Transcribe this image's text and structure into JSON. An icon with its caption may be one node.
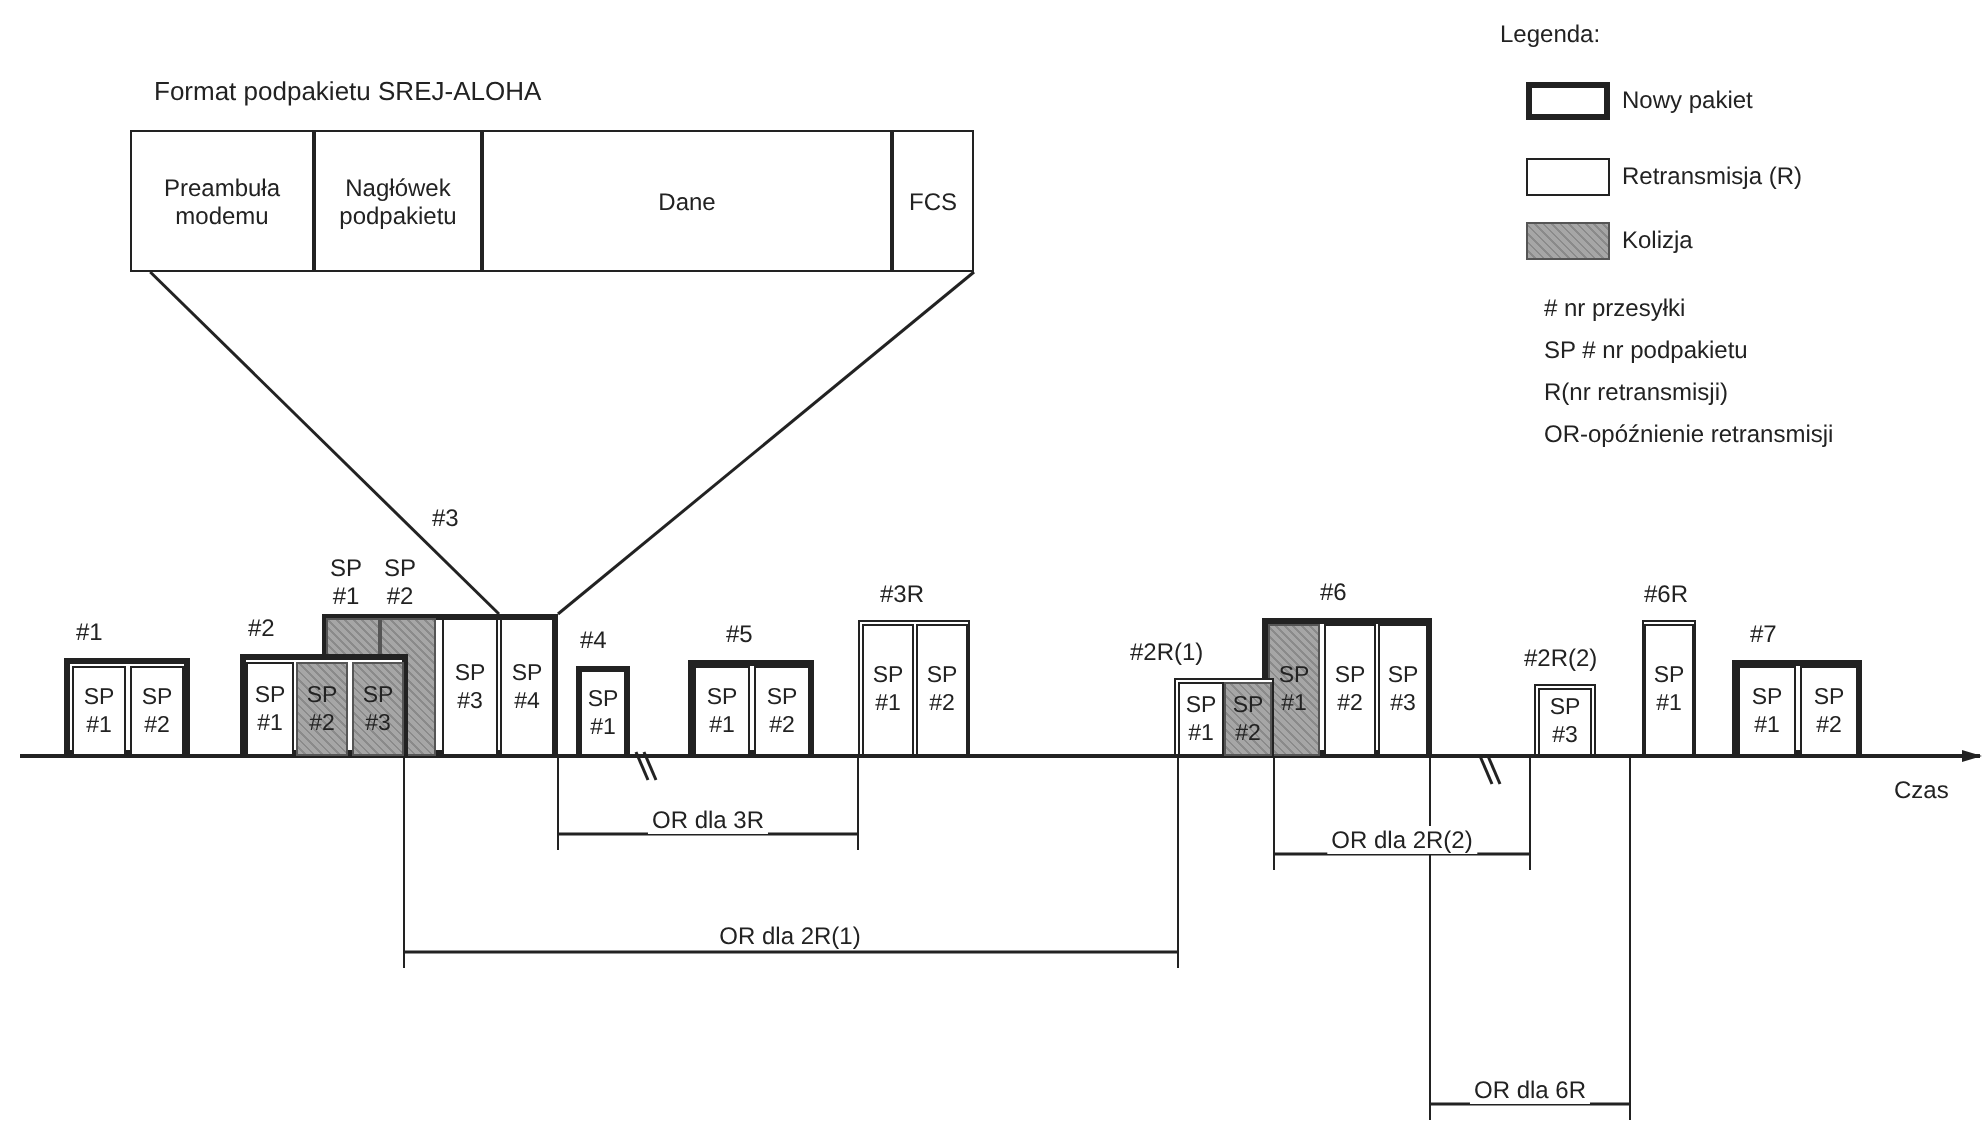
{
  "diagram": {
    "nodes": [
      {
        "text": [
          "Format podpakietu SREJ-ALOHA"
        ]
      },
      {
        "text": [
          "Preambuła modemu"
        ],
        "in": 0
      },
      {
        "text": [
          "Nagłówek podpakietu"
        ],
        "in": 0
      },
      {
        "text": [
          "Dane"
        ],
        "in": 0
      },
      {
        "text": [
          "FCS"
        ],
        "in": 0
      },
      {
        "text": [
          "#1"
        ]
      },
      {
        "text": [
          "SP #1"
        ],
        "in": 5
      },
      {
        "text": [
          "SP #2"
        ],
        "in": 5
      },
      {
        "text": [
          "#2"
        ]
      },
      {
        "text": [
          "SP #1"
        ],
        "in": 8
      },
      {
        "text": [
          "SP #2"
        ],
        "in": 8
      },
      {
        "text": [
          "SP #3"
        ]
      },
      {
        "text": [
          "#3"
        ]
      },
      {
        "text": [
          "SP #1"
        ],
        "in": 12
      },
      {
        "text": [
          "SP #2"
        ],
        "in": 12
      },
      {
        "text": [
          "SP #3"
        ],
        "in": 12
      },
      {
        "text": [
          "SP #4"
        ],
        "in": 12
      },
      {
        "text": [
          "#4"
        ]
      },
      {
        "text": [
          "SP #1"
        ],
        "in": 17
      },
      {
        "text": [
          "#5"
        ]
      },
      {
        "text": [
          "SP #1"
        ],
        "in": 19
      },
      {
        "text": [
          "SP #2"
        ],
        "in": 19
      },
      {
        "text": [
          "#3R"
        ]
      },
      {
        "text": [
          "SP #1"
        ],
        "in": 22
      },
      {
        "text": [
          "SP #2"
        ],
        "in": 22
      },
      {
        "text": [
          "#2R(1)"
        ]
      },
      {
        "text": [
          "SP #1"
        ],
        "in": 25
      },
      {
        "text": [
          "SP #2"
        ],
        "in": 25
      },
      {
        "text": [
          "#6"
        ]
      },
      {
        "text": [
          "SP #1"
        ],
        "in": 28
      },
      {
        "text": [
          "SP #2"
        ],
        "in": 28
      },
      {
        "text": [
          "SP #3"
        ],
        "in": 28
      },
      {
        "text": [
          "#2R(2)"
        ]
      },
      {
        "text": [
          "SP #3"
        ],
        "in": 32
      },
      {
        "text": [
          "#6R"
        ]
      },
      {
        "text": [
          "SP #1"
        ],
        "in": 34
      },
      {
        "text": [
          "#7"
        ]
      },
      {
        "text": [
          "SP #1"
        ],
        "in": 36
      },
      {
        "text": [
          "SP #2"
        ],
        "in": 36
      }
    ],
    "edges": [
      {
        "from": 0,
        "to": 12,
        "arrow": "none"
      },
      {
        "from": 0,
        "to": 12,
        "arrow": "none"
      }
    ],
    "labels": [
      "Legenda:",
      "# nr przesyłki",
      "SP # nr podpakietu",
      "R(nr retransmisji)",
      "OR-opóźnienie retransmisji",
      "Czas",
      "OR dla 3R",
      "OR dla 2R(2)",
      "OR dla 2R(1)",
      "OR dla 6R"
    ],
    "legend": [
      {
        "text": "Nowy pakiet"
      },
      {
        "text": "Retransmisja (R)"
      },
      {
        "text": "Kolizja",
        "color": "#a6a6a6"
      }
    ]
  }
}
